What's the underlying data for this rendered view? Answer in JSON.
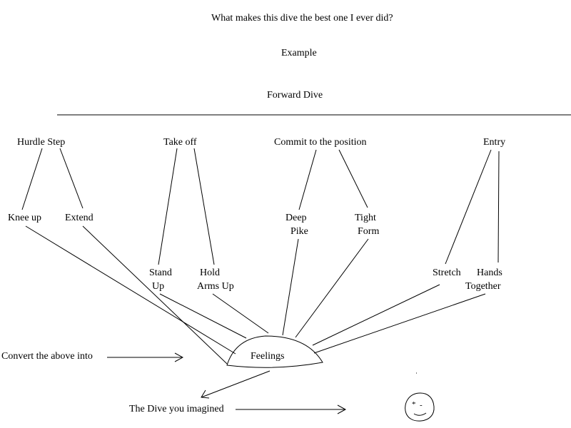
{
  "title": "What makes this dive the best one I ever did?",
  "example_label": "Example",
  "dive_name": "Forward Dive",
  "phases": {
    "hurdle_step": {
      "label": "Hurdle Step",
      "children": [
        "Knee up",
        "Extend"
      ]
    },
    "take_off": {
      "label": "Take off",
      "children": [
        [
          "Stand",
          "Up"
        ],
        [
          "Hold",
          "Arms Up"
        ]
      ]
    },
    "commit": {
      "label": "Commit to the position",
      "children": [
        [
          "Deep",
          "Pike"
        ],
        [
          "Tight",
          "Form"
        ]
      ]
    },
    "entry": {
      "label": "Entry",
      "children": [
        "Stretch",
        [
          "Hands",
          "Together"
        ]
      ]
    }
  },
  "convert_label": "Convert the above into",
  "feelings_label": "Feelings",
  "imagined_label": "The Dive you imagined",
  "smiley": {
    "eye_glyph": "*",
    "mouth_glyph": "-"
  }
}
